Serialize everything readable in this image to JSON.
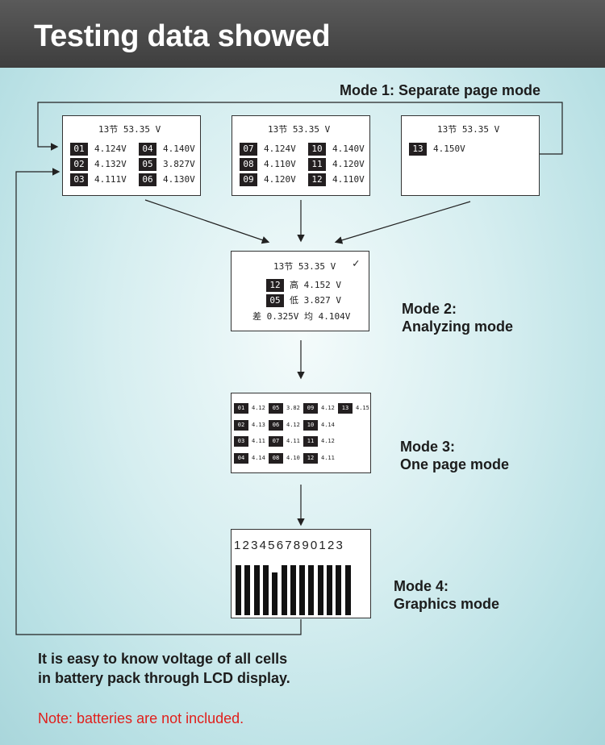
{
  "header": {
    "title": "Testing data showed"
  },
  "mode1": {
    "label": "Mode 1: Separate page mode",
    "screens": [
      {
        "title": "13节  53.35 V",
        "cells": [
          {
            "id": "01",
            "v": "4.124V"
          },
          {
            "id": "04",
            "v": "4.140V"
          },
          {
            "id": "02",
            "v": "4.132V"
          },
          {
            "id": "05",
            "v": "3.827V"
          },
          {
            "id": "03",
            "v": "4.111V"
          },
          {
            "id": "06",
            "v": "4.130V"
          }
        ]
      },
      {
        "title": "13节  53.35 V",
        "cells": [
          {
            "id": "07",
            "v": "4.124V"
          },
          {
            "id": "10",
            "v": "4.140V"
          },
          {
            "id": "08",
            "v": "4.110V"
          },
          {
            "id": "11",
            "v": "4.120V"
          },
          {
            "id": "09",
            "v": "4.120V"
          },
          {
            "id": "12",
            "v": "4.110V"
          }
        ]
      },
      {
        "title": "13节  53.35 V",
        "cells": [
          {
            "id": "13",
            "v": "4.150V"
          }
        ]
      }
    ]
  },
  "mode2": {
    "label_line1": "Mode 2:",
    "label_line2": "Analyzing mode",
    "title": "13节  53.35 V",
    "check": "✓",
    "high_id": "12",
    "high_text": "高 4.152 V",
    "low_id": "05",
    "low_text": "低 3.827 V",
    "diff_text": "差 0.325V  均 4.104V"
  },
  "mode3": {
    "label_line1": "Mode 3:",
    "label_line2": "One page mode",
    "cells": [
      {
        "id": "01",
        "v": "4.12"
      },
      {
        "id": "05",
        "v": "3.82"
      },
      {
        "id": "09",
        "v": "4.12"
      },
      {
        "id": "13",
        "v": "4.15"
      },
      {
        "id": "02",
        "v": "4.13"
      },
      {
        "id": "06",
        "v": "4.12"
      },
      {
        "id": "10",
        "v": "4.14"
      },
      {
        "id": "03",
        "v": "4.11"
      },
      {
        "id": "07",
        "v": "4.11"
      },
      {
        "id": "11",
        "v": "4.12"
      },
      {
        "id": "04",
        "v": "4.14"
      },
      {
        "id": "08",
        "v": "4.10"
      },
      {
        "id": "12",
        "v": "4.11"
      }
    ]
  },
  "mode4": {
    "label_line1": "Mode 4:",
    "label_line2": "Graphics mode",
    "digits": "1234567890123",
    "bar_levels": [
      1,
      1,
      1,
      1,
      0.86,
      1,
      1,
      1,
      1,
      1,
      1,
      1,
      1
    ]
  },
  "caption": {
    "line1": "It is easy to know voltage of all cells",
    "line2": "in battery pack through LCD display."
  },
  "note": "Note: batteries are not included."
}
